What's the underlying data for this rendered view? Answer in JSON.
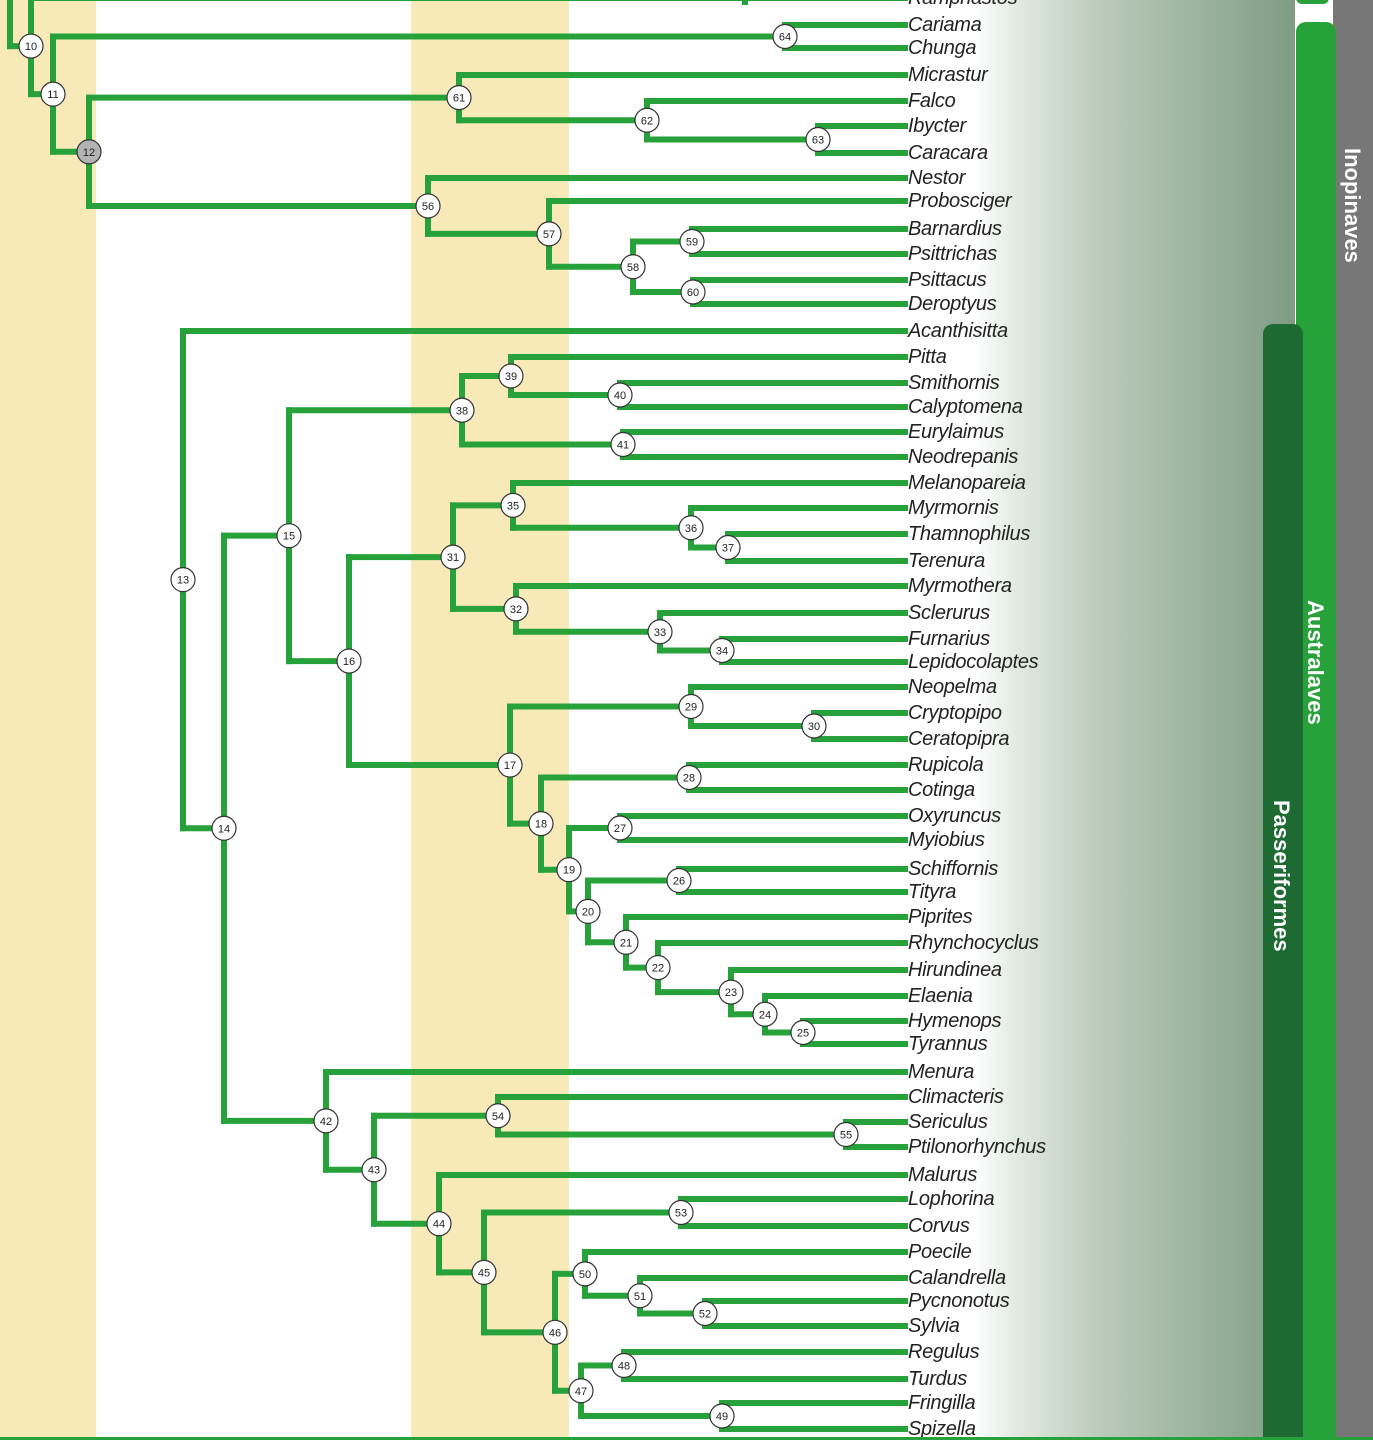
{
  "clade_labels": {
    "inopinaves": "Inopinaves",
    "australaves": "Australaves",
    "passeriformes": "Passeriformes"
  },
  "taxa": [
    "Ramphastos",
    "Cariama",
    "Chunga",
    "Micrastur",
    "Falco",
    "Ibycter",
    "Caracara",
    "Nestor",
    "Probosciger",
    "Barnardius",
    "Psittrichas",
    "Psittacus",
    "Deroptyus",
    "Acanthisitta",
    "Pitta",
    "Smithornis",
    "Calyptomena",
    "Eurylaimus",
    "Neodrepanis",
    "Melanopareia",
    "Myrmornis",
    "Thamnophilus",
    "Terenura",
    "Myrmothera",
    "Sclerurus",
    "Furnarius",
    "Lepidocolaptes",
    "Neopelma",
    "Cryptopipo",
    "Ceratopipra",
    "Rupicola",
    "Cotinga",
    "Oxyruncus",
    "Myiobius",
    "Schiffornis",
    "Tityra",
    "Piprites",
    "Rhynchocyclus",
    "Hirundinea",
    "Elaenia",
    "Hymenops",
    "Tyrannus",
    "Menura",
    "Climacteris",
    "Sericulus",
    "Ptilonorhynchus",
    "Malurus",
    "Lophorina",
    "Corvus",
    "Poecile",
    "Calandrella",
    "Pycnonotus",
    "Sylvia",
    "Regulus",
    "Turdus",
    "Fringilla",
    "Spizella"
  ],
  "nodes": [
    {
      "id": "10",
      "shaded": false
    },
    {
      "id": "11",
      "shaded": false
    },
    {
      "id": "12",
      "shaded": true
    },
    {
      "id": "13",
      "shaded": false
    },
    {
      "id": "14",
      "shaded": false
    },
    {
      "id": "15",
      "shaded": false
    },
    {
      "id": "16",
      "shaded": false
    },
    {
      "id": "17",
      "shaded": false
    },
    {
      "id": "18",
      "shaded": false
    },
    {
      "id": "19",
      "shaded": false
    },
    {
      "id": "20",
      "shaded": false
    },
    {
      "id": "21",
      "shaded": false
    },
    {
      "id": "22",
      "shaded": false
    },
    {
      "id": "23",
      "shaded": false
    },
    {
      "id": "24",
      "shaded": false
    },
    {
      "id": "25",
      "shaded": false
    },
    {
      "id": "26",
      "shaded": false
    },
    {
      "id": "27",
      "shaded": false
    },
    {
      "id": "28",
      "shaded": false
    },
    {
      "id": "29",
      "shaded": false
    },
    {
      "id": "30",
      "shaded": false
    },
    {
      "id": "31",
      "shaded": false
    },
    {
      "id": "32",
      "shaded": false
    },
    {
      "id": "33",
      "shaded": false
    },
    {
      "id": "34",
      "shaded": false
    },
    {
      "id": "35",
      "shaded": false
    },
    {
      "id": "36",
      "shaded": false
    },
    {
      "id": "37",
      "shaded": false
    },
    {
      "id": "38",
      "shaded": false
    },
    {
      "id": "39",
      "shaded": false
    },
    {
      "id": "40",
      "shaded": false
    },
    {
      "id": "41",
      "shaded": false
    },
    {
      "id": "42",
      "shaded": false
    },
    {
      "id": "43",
      "shaded": false
    },
    {
      "id": "44",
      "shaded": false
    },
    {
      "id": "45",
      "shaded": false
    },
    {
      "id": "46",
      "shaded": false
    },
    {
      "id": "47",
      "shaded": false
    },
    {
      "id": "48",
      "shaded": false
    },
    {
      "id": "49",
      "shaded": false
    },
    {
      "id": "50",
      "shaded": false
    },
    {
      "id": "51",
      "shaded": false
    },
    {
      "id": "52",
      "shaded": false
    },
    {
      "id": "53",
      "shaded": false
    },
    {
      "id": "54",
      "shaded": false
    },
    {
      "id": "55",
      "shaded": false
    },
    {
      "id": "56",
      "shaded": false
    },
    {
      "id": "57",
      "shaded": false
    },
    {
      "id": "58",
      "shaded": false
    },
    {
      "id": "59",
      "shaded": false
    },
    {
      "id": "60",
      "shaded": false
    },
    {
      "id": "61",
      "shaded": false
    },
    {
      "id": "62",
      "shaded": false
    },
    {
      "id": "63",
      "shaded": false
    },
    {
      "id": "64",
      "shaded": false
    }
  ],
  "colors": {
    "branch": "#27a23a",
    "band": "#f7e9b8",
    "inopinaves_bar": "#777777",
    "australaves_bar": "#27a23a",
    "passeriformes_bar": "#1d6a33",
    "shaded_node": "#b3b3b3"
  }
}
